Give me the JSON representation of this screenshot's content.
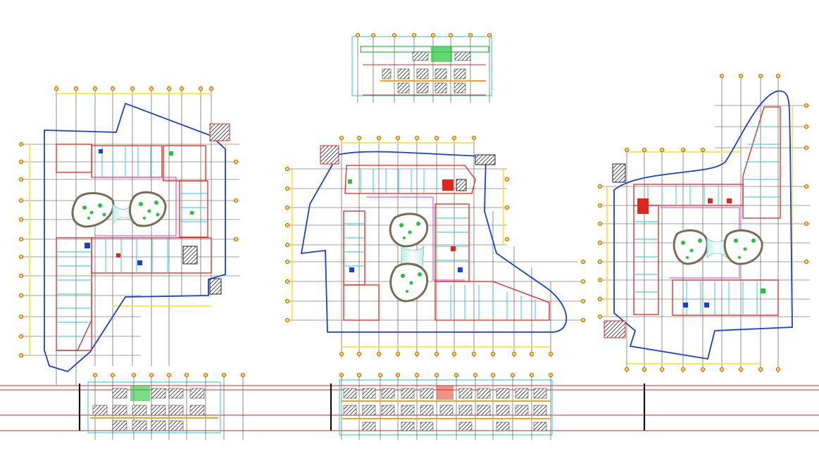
{
  "drawing": {
    "description_visible_text": "",
    "colors": {
      "boundary": "#1a3fd6",
      "walls": "#e0261b",
      "cyan": "#1fc8d8",
      "yellow": "#f2e21b",
      "green": "#21c43a",
      "grid": "#333333",
      "magenta": "#d63ad6",
      "orange": "#f3a21f",
      "hatch": "#222222",
      "garden": "#7a6b57"
    },
    "plans": [
      {
        "id": "plan-left",
        "garden_count": 2
      },
      {
        "id": "plan-center",
        "garden_count": 2
      },
      {
        "id": "plan-right",
        "garden_count": 2
      }
    ],
    "elevations": [
      {
        "id": "elevation-top"
      },
      {
        "id": "elevation-bottom-left"
      },
      {
        "id": "elevation-bottom-center"
      }
    ]
  }
}
